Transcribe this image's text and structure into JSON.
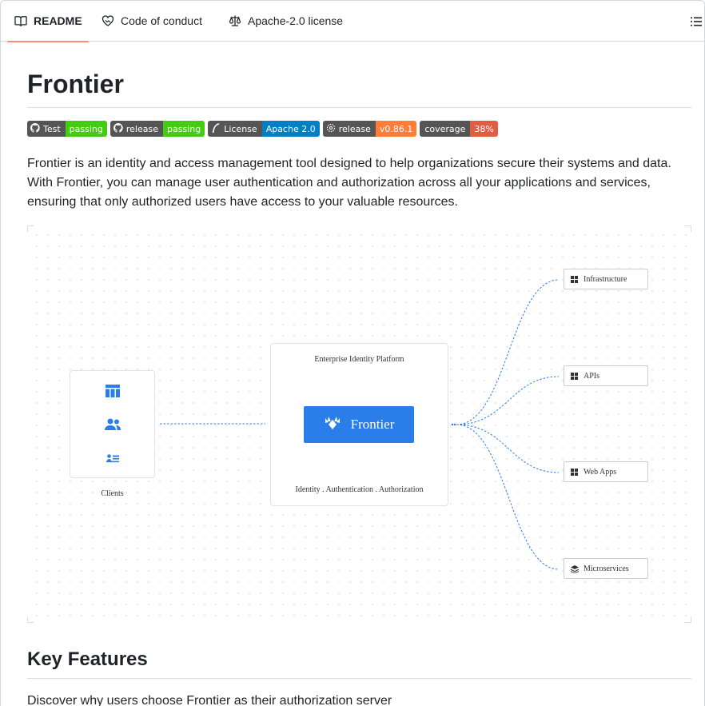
{
  "tabs": [
    {
      "label": "README",
      "icon": "book-icon"
    },
    {
      "label": "Code of conduct",
      "icon": "heart-handshake-icon"
    },
    {
      "label": "Apache-2.0 license",
      "icon": "law-scale-icon"
    }
  ],
  "title": "Frontier",
  "badges": [
    {
      "left": "Test",
      "right": "passing",
      "right_color": "#4c1",
      "icon": "github-icon"
    },
    {
      "left": "release",
      "right": "passing",
      "right_color": "#4c1",
      "icon": "github-icon"
    },
    {
      "left": "License",
      "right": "Apache 2.0",
      "right_color": "#007ec6",
      "icon": "feather-icon"
    },
    {
      "left": "release",
      "right": "v0.86.1",
      "right_color": "#fe7d37",
      "icon": "cog-icon"
    },
    {
      "left": "coverage",
      "right": "38%",
      "right_color": "#e05d44",
      "icon": ""
    }
  ],
  "intro": "Frontier is an identity and access management tool designed to help organizations secure their systems and data. With Frontier, you can manage user authentication and authorization across all your applications and services, ensuring that only authorized users have access to your valuable resources.",
  "diagram": {
    "clients_label": "Clients",
    "platform_title": "Enterprise Identity Platform",
    "product_name": "Frontier",
    "platform_tagline": "Identity . Authentication . Authorization",
    "services": [
      {
        "label": "Infrastructure",
        "icon": "grid-icon"
      },
      {
        "label": "APIs",
        "icon": "grid-icon"
      },
      {
        "label": "Web Apps",
        "icon": "grid-icon"
      },
      {
        "label": "Microservices",
        "icon": "layers-icon"
      }
    ],
    "accent_color": "#2b7de9"
  },
  "key_features": {
    "heading": "Key Features",
    "subtitle": "Discover why users choose Frontier as their authorization server"
  }
}
